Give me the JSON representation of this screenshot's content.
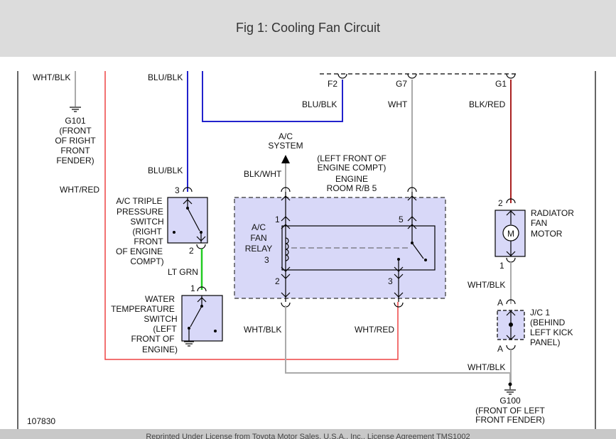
{
  "header": {
    "title": "Fig 1: Cooling Fan Circuit"
  },
  "footer": {
    "license": "Reprinted Under License from Toyota Motor Sales, U.S.A., Inc., License Agreement TMS1002"
  },
  "figure_number": "107830",
  "wires": {
    "wht_blk": "WHT/BLK",
    "blu_blk": "BLU/BLK",
    "wht_red": "WHT/RED",
    "blk_wht": "BLK/WHT",
    "wht": "WHT",
    "blk_red": "BLK/RED",
    "lt_grn": "LT GRN"
  },
  "grounds": {
    "g101": {
      "id": "G101",
      "location": [
        "(FRONT",
        "OF RIGHT",
        "FRONT",
        "FENDER)"
      ]
    },
    "g100": {
      "id": "G100",
      "location": [
        "(FRONT OF LEFT",
        "FRONT FENDER)"
      ]
    }
  },
  "connectors": {
    "f2": "F2",
    "g7": "G7",
    "g1": "G1"
  },
  "ac_system": [
    "A/C",
    "SYSTEM"
  ],
  "engine_room_rb": [
    "(LEFT FRONT OF",
    "ENGINE COMPT)",
    "ENGINE",
    "ROOM R/B 5"
  ],
  "ac_fan_relay": {
    "label": [
      "A/C",
      "FAN",
      "RELAY"
    ],
    "pins": [
      "1",
      "5",
      "3",
      "2",
      "3"
    ]
  },
  "triple_switch": {
    "label": [
      "A/C TRIPLE",
      "PRESSURE",
      "SWITCH",
      "(RIGHT",
      "FRONT",
      "OF ENGINE",
      "COMPT)"
    ],
    "pins": [
      "3",
      "2"
    ]
  },
  "water_temp_switch": {
    "label": [
      "WATER",
      "TEMPERATURE",
      "SWITCH",
      "(LEFT",
      "FRONT OF",
      "ENGINE)"
    ],
    "pins": [
      "1"
    ]
  },
  "fan_motor": {
    "label": [
      "RADIATOR",
      "FAN",
      "MOTOR"
    ],
    "symbol": "M",
    "pins": [
      "2",
      "1"
    ]
  },
  "jc1": {
    "label": [
      "J/C 1",
      "(BEHIND",
      "LEFT KICK",
      "PANEL)"
    ],
    "pins": [
      "A",
      "A"
    ]
  },
  "colors": {
    "blue": "#2222cc",
    "green": "#22cc22",
    "red": "#ee4444",
    "dark_red": "#aa2222",
    "gray": "#aaaaaa",
    "box_fill": "#d8d8f8"
  }
}
